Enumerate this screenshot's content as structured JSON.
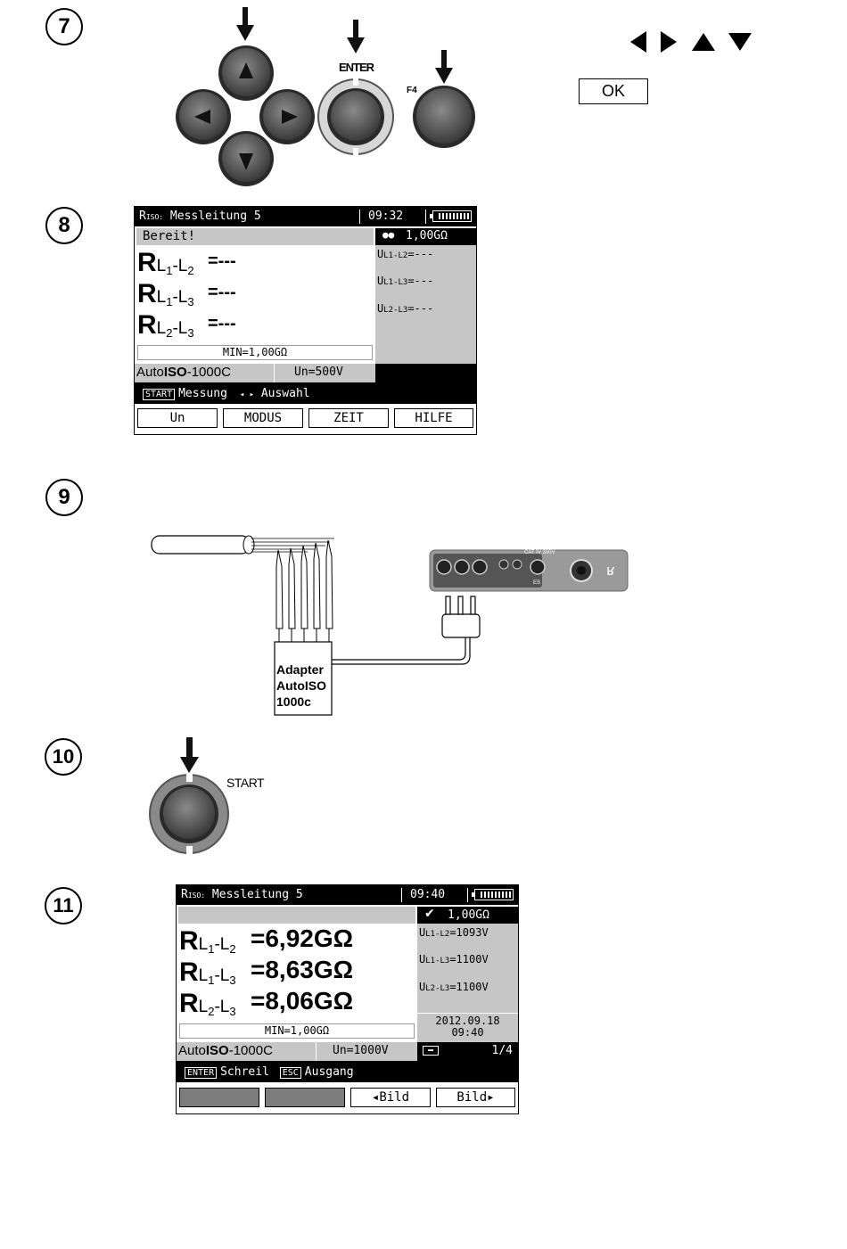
{
  "steps": {
    "s7": "7",
    "s8": "8",
    "s9": "9",
    "s10": "10",
    "s11": "11"
  },
  "step7": {
    "enter_label": "ENTER",
    "f4_label": "F4",
    "ok_label": "OK",
    "icons": [
      "arrow-left-icon",
      "arrow-right-icon",
      "arrow-up-icon",
      "arrow-down-icon"
    ]
  },
  "screen8": {
    "title": "Messleitung 5",
    "title_prefix": "R",
    "title_prefix_sub": "ISO:",
    "time": "09:32",
    "status": "Bereit!",
    "right_header": "1,00GΩ",
    "rows": [
      {
        "r": "R",
        "a": "L",
        "as": "1",
        "sep": "-L",
        "bs": "2",
        "val": "=---"
      },
      {
        "r": "R",
        "a": "L",
        "as": "1",
        "sep": "-L",
        "bs": "3",
        "val": "=---"
      },
      {
        "r": "R",
        "a": "L",
        "as": "2",
        "sep": "-L",
        "bs": "3",
        "val": "=---"
      }
    ],
    "u_rows": [
      {
        "u": "U",
        "sub": "L1-L2",
        "val": "=---"
      },
      {
        "u": "U",
        "sub": "L1-L3",
        "val": "=---"
      },
      {
        "u": "U",
        "sub": "L2-L3",
        "val": "=---"
      }
    ],
    "min": "MIN=1,00GΩ",
    "mode_a": "Auto",
    "mode_b": "ISO",
    "mode_c": "-1000C",
    "un": "Un=500V",
    "hint_key": "START",
    "hint_text": "Messung",
    "hint_text2": "Auswahl",
    "softkeys": [
      "Un",
      "MODUS",
      "ZEIT",
      "HILFE"
    ]
  },
  "step9": {
    "adapter_line1": "Adapter",
    "adapter_line2": "AutoISO",
    "adapter_line3": "1000c",
    "meter_cat": "CAT IV 300V",
    "meter_es": "ES"
  },
  "step10": {
    "start_label": "START"
  },
  "screen11": {
    "title": "Messleitung 5",
    "title_prefix": "R",
    "title_prefix_sub": "ISO:",
    "time": "09:40",
    "right_header": "1,00GΩ",
    "rows": [
      {
        "r": "R",
        "a": "L",
        "as": "1",
        "sep": "-L",
        "bs": "2",
        "val": "=6,92GΩ"
      },
      {
        "r": "R",
        "a": "L",
        "as": "1",
        "sep": "-L",
        "bs": "3",
        "val": "=8,63GΩ"
      },
      {
        "r": "R",
        "a": "L",
        "as": "2",
        "sep": "-L",
        "bs": "3",
        "val": "=8,06GΩ"
      }
    ],
    "u_rows": [
      {
        "u": "U",
        "sub": "L1-L2",
        "val": "=1093V"
      },
      {
        "u": "U",
        "sub": "L1-L3",
        "val": "=1100V"
      },
      {
        "u": "U",
        "sub": "L2-L3",
        "val": "=1100V"
      }
    ],
    "date": "2012.09.18",
    "clock": "09:40",
    "page": "1/4",
    "min": "MIN=1,00GΩ",
    "mode_a": "Auto",
    "mode_b": "ISO",
    "mode_c": "-1000C",
    "un": "Un=1000V",
    "hint_key1": "ENTER",
    "hint_text1": "Schreil",
    "hint_key2": "ESC",
    "hint_text2": "Ausgang",
    "softkeys": [
      "",
      "",
      "◂Bild",
      "Bild▸"
    ]
  },
  "colors": {
    "lcd_gray": "#c6c6c6",
    "button_gray": "#555555",
    "ring_gray": "#8a8a8a"
  }
}
